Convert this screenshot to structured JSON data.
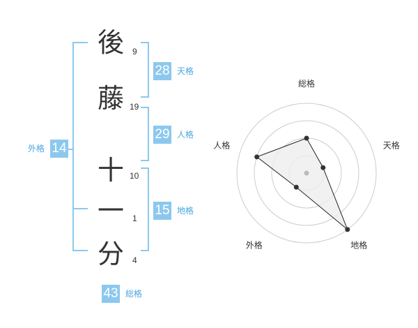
{
  "characters": [
    {
      "char": "後",
      "strokes": "9"
    },
    {
      "char": "藤",
      "strokes": "19"
    },
    {
      "char": "十",
      "strokes": "10"
    },
    {
      "char": "一",
      "strokes": "1"
    },
    {
      "char": "分",
      "strokes": "4"
    }
  ],
  "kaku": {
    "tenkaku": {
      "value": "28",
      "label": "天格"
    },
    "jinkaku": {
      "value": "29",
      "label": "人格"
    },
    "chikaku": {
      "value": "15",
      "label": "地格"
    },
    "gaikaku": {
      "value": "14",
      "label": "外格"
    },
    "soukaku": {
      "value": "43",
      "label": "総格"
    }
  },
  "radar": {
    "axes": [
      "総格",
      "天格",
      "地格",
      "外格",
      "人格"
    ],
    "levels": 4,
    "values": [
      2,
      1,
      4,
      1,
      3
    ],
    "max": 4,
    "colors": {
      "fill": "#eeeeee",
      "stroke": "#222222",
      "grid": "#cccccc",
      "center": "#bbbbbb"
    }
  },
  "colors": {
    "accent": "#8cc8ee",
    "label": "#4aa6e0"
  }
}
